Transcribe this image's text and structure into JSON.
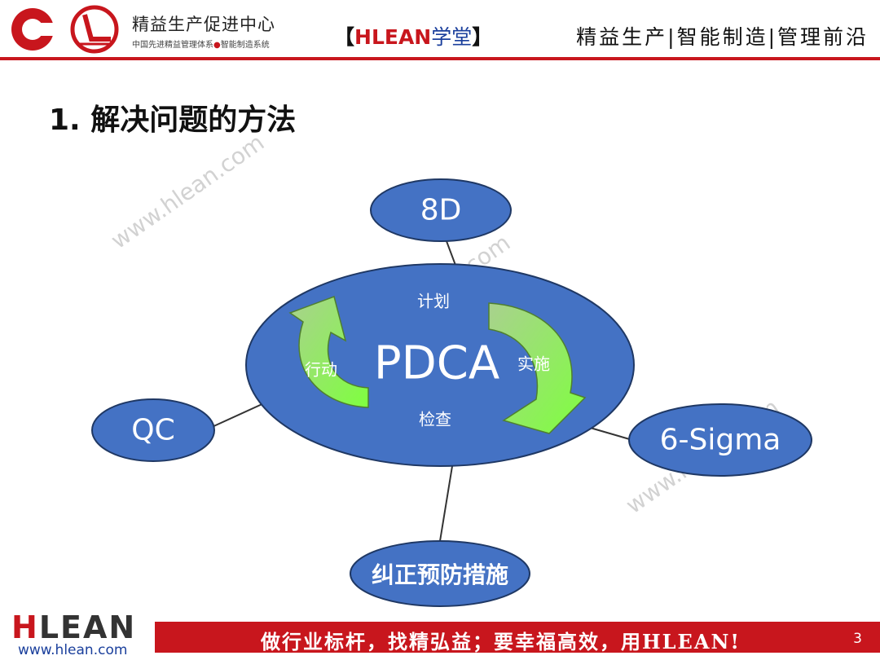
{
  "header": {
    "logo_cn": "精益生产促进中心",
    "logo_sub_a": "中国先进精益管理体系",
    "logo_sub_dot": "●",
    "logo_sub_b": "智能制造系统",
    "brand_open": "【",
    "brand_name": "HLEAN",
    "brand_school": "学堂",
    "brand_close": "】",
    "slogan": "精益生产|智能制造|管理前沿"
  },
  "title": "1. 解决问题的方法",
  "watermark": "www.hlean.com",
  "diagram": {
    "center_label": "PDCA",
    "phases": {
      "plan": "计划",
      "do": "实施",
      "check": "检查",
      "act": "行动"
    },
    "nodes": {
      "top": "8D",
      "left": "QC",
      "right": "6-Sigma",
      "bottom": "纠正预防措施"
    },
    "colors": {
      "ellipse_fill": "#4472c4",
      "ellipse_stroke": "#1f3864",
      "arrow_fill": "#a9d18e",
      "arrow_gradient": "#7fff3f"
    }
  },
  "footer": {
    "logo_h": "H",
    "logo_rest": "LEAN",
    "url": "www.hlean.com",
    "slogan": "做行业标杆，找精弘益；要幸福高效，用HLEAN!",
    "page_number": "3"
  }
}
